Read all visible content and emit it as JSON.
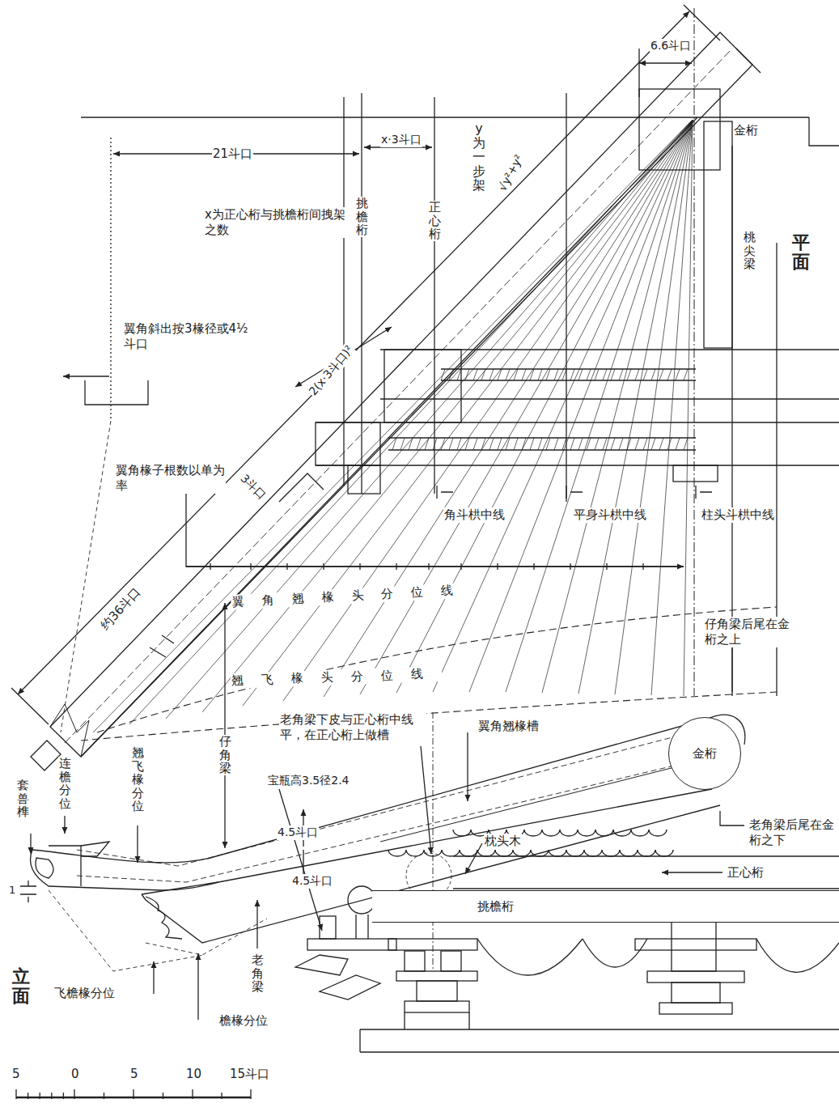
{
  "diagram": {
    "nodes": [
      {
        "text": [
          "金桁"
        ]
      },
      {
        "text": [
          "挑檐桁"
        ]
      }
    ],
    "labels": [
      "6.6斗口",
      "金桁",
      "21斗口",
      "x·3斗口",
      "y为一步架",
      "√y²+y²",
      "x为正心桁与挑檐桁间拽架之数",
      "挑檐桁",
      "正心桁",
      "桃尖梁",
      "平面",
      "翼角斜出按3椽径或4½斗口",
      "2(x·3斗口)²",
      "翼角椽子根数以单为率",
      "3斗口",
      "角斗栱中线",
      "平身斗栱中线",
      "柱头斗栱中线",
      "约36斗口",
      "翼角翘椽头分位线",
      "仔角梁后尾在金桁之上",
      "翘飞椽头分位线",
      "仔角梁",
      "翘飞椽分位",
      "连檐分位",
      "套兽榫",
      "老角梁下皮与正心桁中线平，在正心桁上做槽",
      "翼角翘椽槽",
      "宝瓶高3.5径2.4",
      "4.5斗口",
      "4.5斗口",
      "枕头木",
      "老角梁后尾在金桁之下",
      "正心桁",
      "1",
      "老角梁",
      "飞檐椽分位",
      "檐椽分位",
      "立面",
      "5",
      "0",
      "5",
      "10",
      "15斗口"
    ]
  }
}
